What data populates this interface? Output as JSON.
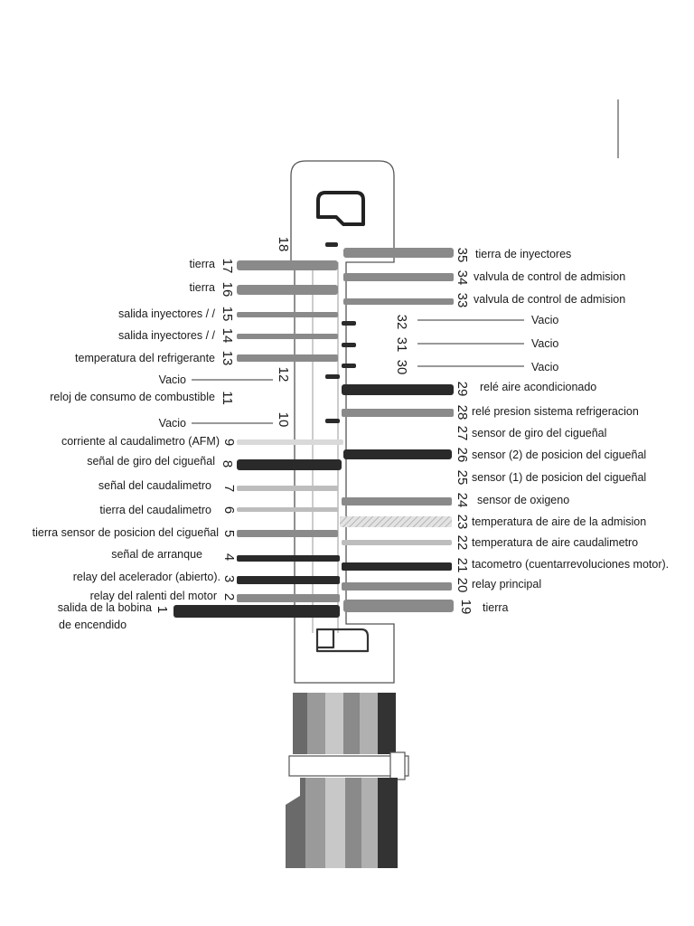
{
  "colors": {
    "black": "#2a2a2a",
    "gray": "#8a8a8a",
    "light": "#bdbdbd",
    "pale": "#d9d9d9",
    "hatch": "#cfcfcf"
  },
  "pins": [
    {
      "n": "1",
      "label": "salida de la bobina",
      "label2": "de encendido",
      "color": "black"
    },
    {
      "n": "2",
      "label": "relay del ralenti del motor",
      "color": "gray"
    },
    {
      "n": "3",
      "label": "relay del acelerador (abierto).",
      "color": "black"
    },
    {
      "n": "4",
      "label": "señal de arranque",
      "color": "black"
    },
    {
      "n": "5",
      "label": "tierra sensor de posicion del cigueñal",
      "color": "gray"
    },
    {
      "n": "6",
      "label": "tierra del caudalimetro",
      "color": "light"
    },
    {
      "n": "7",
      "label": "señal del caudalimetro",
      "color": "light"
    },
    {
      "n": "8",
      "label": "señal de giro del cigueñal",
      "color": "black"
    },
    {
      "n": "9",
      "label": "corriente al caudalimetro (AFM)",
      "color": "pale"
    },
    {
      "n": "10",
      "label": "Vacio",
      "color": "black"
    },
    {
      "n": "11",
      "label": "reloj de consumo de combustible",
      "color": "none"
    },
    {
      "n": "12",
      "label": "Vacio",
      "color": "black"
    },
    {
      "n": "13",
      "label": "temperatura del refrigerante",
      "color": "gray"
    },
    {
      "n": "14",
      "label": "salida inyectores  /  /",
      "color": "gray"
    },
    {
      "n": "15",
      "label": "salida inyectores  /  /",
      "color": "gray"
    },
    {
      "n": "16",
      "label": "tierra",
      "color": "gray"
    },
    {
      "n": "17",
      "label": "tierra",
      "color": "gray"
    },
    {
      "n": "18",
      "label": "",
      "color": "black"
    },
    {
      "n": "19",
      "label": "tierra",
      "color": "gray"
    },
    {
      "n": "20",
      "label": "relay principal",
      "color": "gray"
    },
    {
      "n": "21",
      "label": "tacometro (cuentarrevoluciones motor).",
      "color": "black"
    },
    {
      "n": "22",
      "label": "temperatura de aire caudalimetro",
      "color": "light"
    },
    {
      "n": "23",
      "label": "temperatura de aire de la admision",
      "color": "hatch"
    },
    {
      "n": "24",
      "label": "sensor de oxigeno",
      "color": "gray"
    },
    {
      "n": "25",
      "label": "sensor (1) de posicion del cigueñal",
      "color": "none"
    },
    {
      "n": "26",
      "label": "sensor (2) de posicion del cigueñal",
      "color": "black"
    },
    {
      "n": "27",
      "label": "sensor de giro del cigueñal",
      "color": "none"
    },
    {
      "n": "28",
      "label": "relé  presion  sistema  refrigeracion",
      "color": "gray"
    },
    {
      "n": "29",
      "label": "relé aire acondicionado",
      "color": "black"
    },
    {
      "n": "30",
      "label": "Vacio",
      "color": "black"
    },
    {
      "n": "31",
      "label": "Vacio",
      "color": "black"
    },
    {
      "n": "32",
      "label": "Vacio",
      "color": "black"
    },
    {
      "n": "33",
      "label": "valvula de control de admision",
      "color": "gray"
    },
    {
      "n": "34",
      "label": "valvula de control de admision",
      "color": "gray"
    },
    {
      "n": "35",
      "label": "tierra de inyectores",
      "color": "gray"
    }
  ]
}
